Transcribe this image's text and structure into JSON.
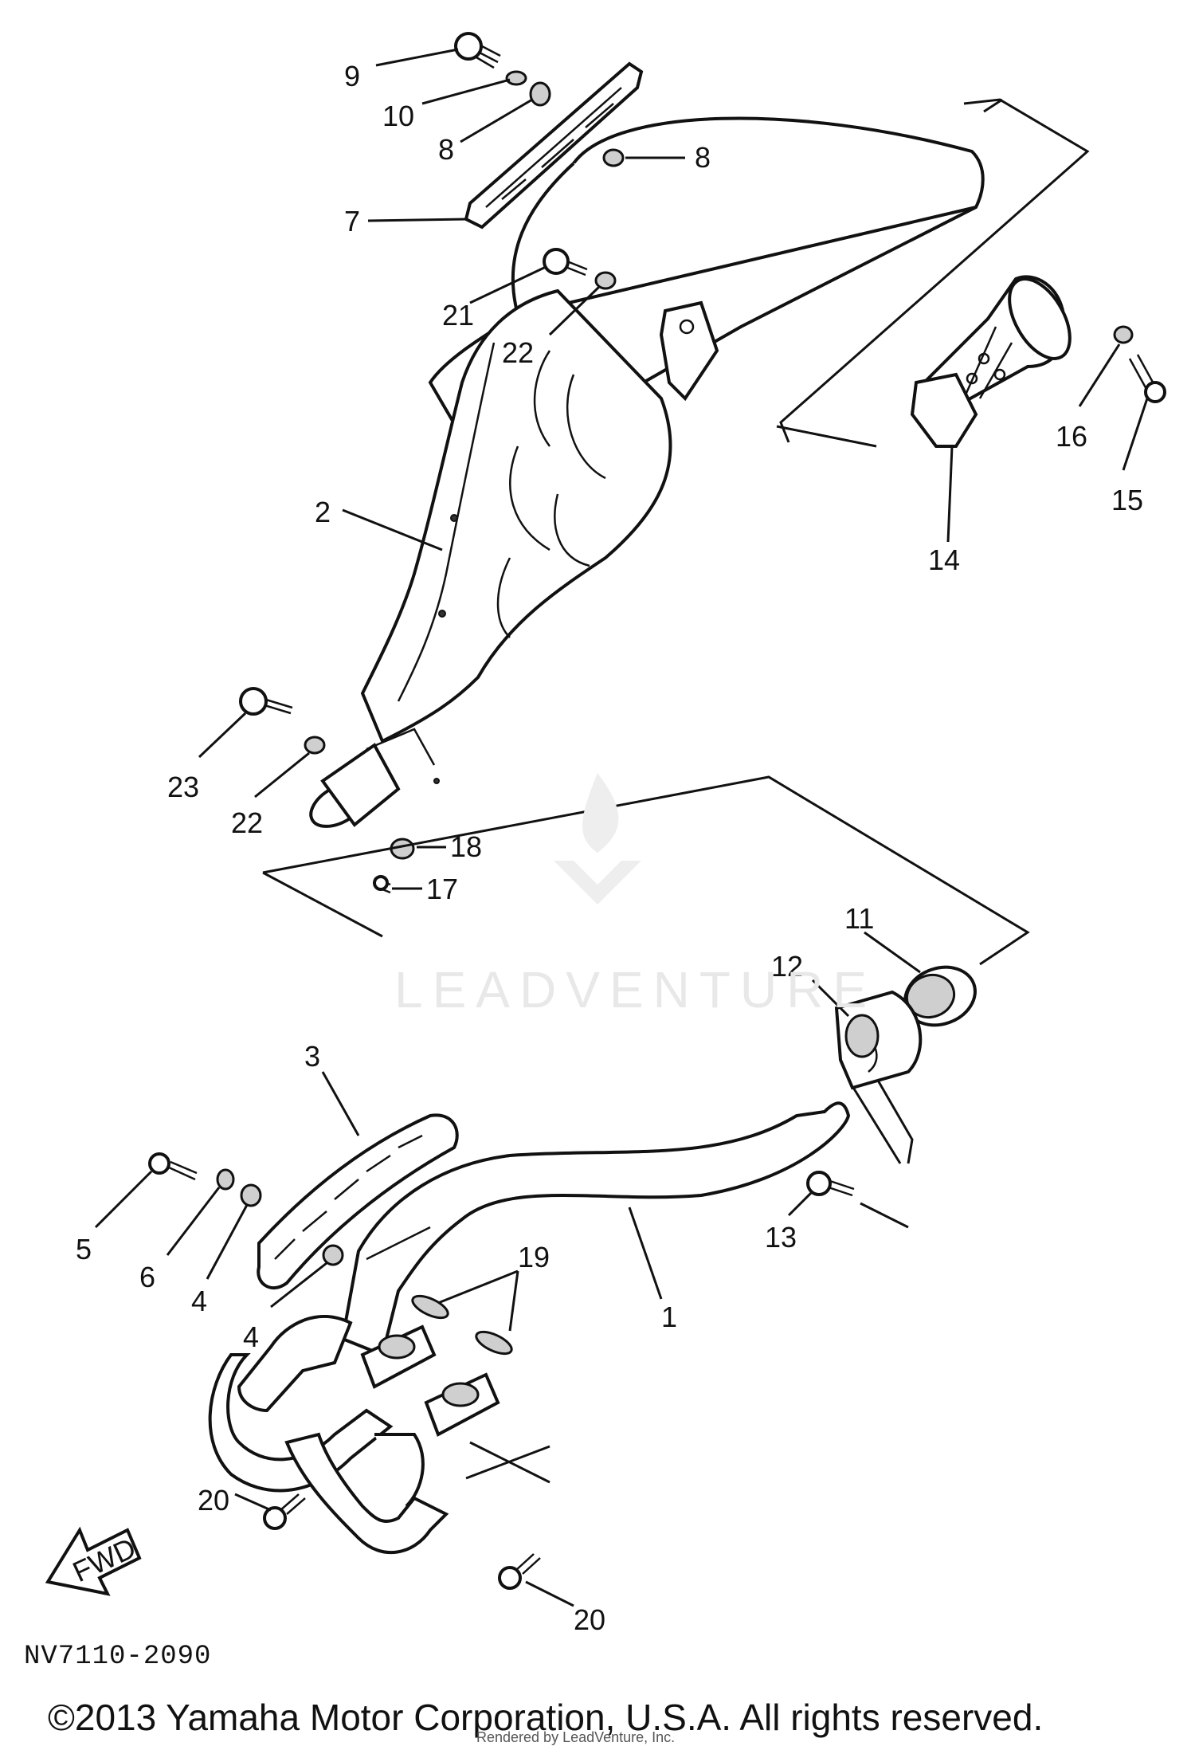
{
  "diagram": {
    "callouts": [
      "9",
      "10",
      "8",
      "8",
      "7",
      "21",
      "22",
      "2",
      "16",
      "15",
      "14",
      "23",
      "22",
      "18",
      "17",
      "11",
      "12",
      "3",
      "5",
      "6",
      "4",
      "4",
      "19",
      "1",
      "13",
      "20",
      "20"
    ],
    "fwd_label": "FWD",
    "code": "NV7110-2090"
  },
  "watermark": {
    "text": "LEADVENTURE"
  },
  "footer": {
    "copyright": "©2013 Yamaha Motor Corporation, U.S.A. All rights reserved.",
    "render_credit": "Rendered by LeadVenture, Inc."
  }
}
